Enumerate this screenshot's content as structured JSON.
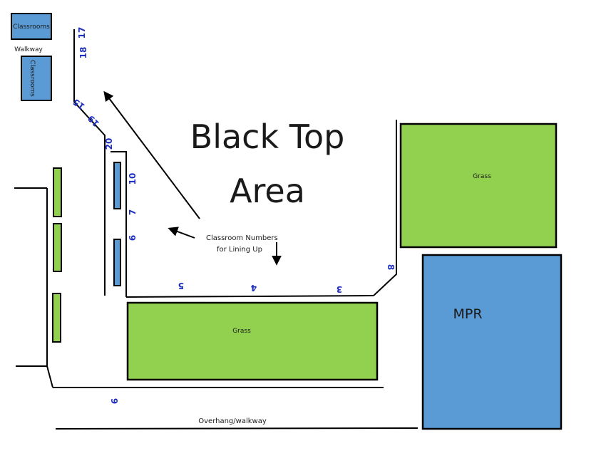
{
  "colors": {
    "grass": "#92d050",
    "building": "#5b9bd5",
    "number": "#1f2fbf",
    "line": "#000000"
  },
  "title": {
    "line1": "Black Top",
    "line2": "Area"
  },
  "buildings": {
    "classrooms_top": "Classrooms",
    "classrooms_vertical": "Classrooms",
    "mpr": "MPR"
  },
  "walkway_label": "Walkway",
  "grass_labels": {
    "right": "Grass",
    "bottom": "Grass"
  },
  "annotation": {
    "line1": "Classroom Numbers",
    "line2": "for Lining Up"
  },
  "overhang_label": "Overhang/walkway",
  "classroom_numbers": {
    "n17": "17",
    "n18": "18",
    "n15": "15",
    "n19": "19",
    "n20": "20",
    "n10": "10",
    "n7": "7",
    "n6": "6",
    "n5": "5",
    "n4": "4",
    "n3": "3",
    "n8": "8",
    "n9": "9"
  }
}
